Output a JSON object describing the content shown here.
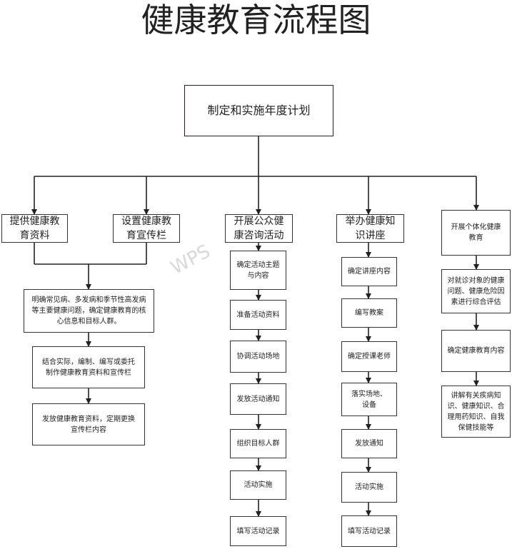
{
  "title": "健康教育流程图",
  "root": "制定和实施年度计划",
  "branches": {
    "b1a": "提供健康教育资料",
    "b1b": "设置健康教育宣传栏",
    "b2": "开展公众健康咨询活动",
    "b3": "举办健康知识讲座",
    "b4": "开展个体化健康教育"
  },
  "col1": [
    "明确常见病、多发病和季节性高发病等主要健康问题，确定健康教育的核心信息和目标人群。",
    "结合实际，编制、编写或委托制作健康教育资料和宣传栏",
    "发放健康教育资料，定期更换宣传栏内容"
  ],
  "col2": [
    "确定活动主题与内容",
    "准备活动资料",
    "协调活动场地",
    "发放活动通知",
    "组织目标人群",
    "活动实施",
    "填写活动记录"
  ],
  "col3": [
    "确定讲座内容",
    "编写教案",
    "确定授课老师",
    "落实场地、设备",
    "发放通知",
    "活动实施",
    "填写活动记录"
  ],
  "col4": [
    "对就诊对象的健康问题、健康危险因素进行综合评估",
    "确定健康教育内容",
    "讲解有关疾病知识、健康知识、合理用药知识、自我保健技能等"
  ],
  "watermark": "WPS"
}
